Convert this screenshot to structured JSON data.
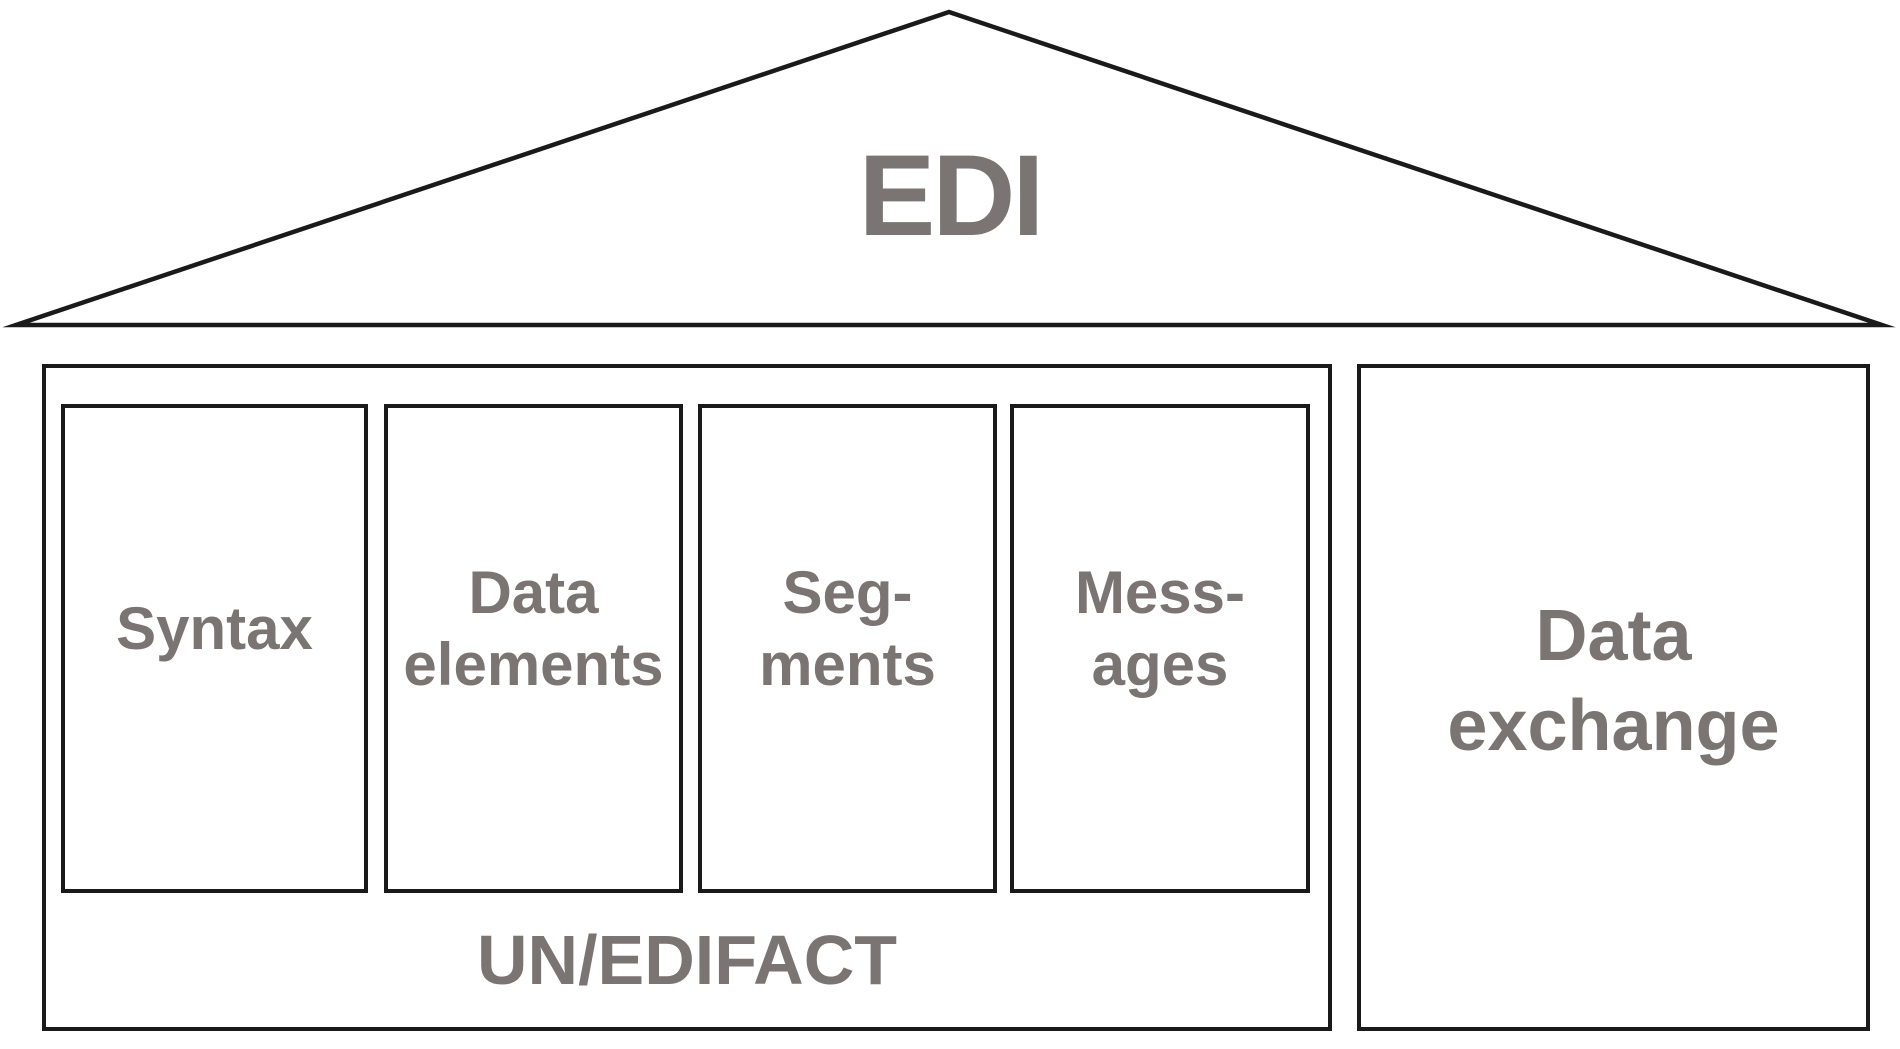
{
  "diagram_title": "EDI house diagram",
  "roof": {
    "label": "EDI"
  },
  "unedifact": {
    "label": "UN/EDIFACT",
    "pillars": [
      {
        "label": "Syntax"
      },
      {
        "label": "Data\nelements"
      },
      {
        "label": "Seg-\nments"
      },
      {
        "label": "Mess-\nages"
      }
    ]
  },
  "data_exchange": {
    "label": "Data\nexchange"
  },
  "colors": {
    "line": "#1a1a1a",
    "text": "#7a7573",
    "bg": "#ffffff"
  }
}
